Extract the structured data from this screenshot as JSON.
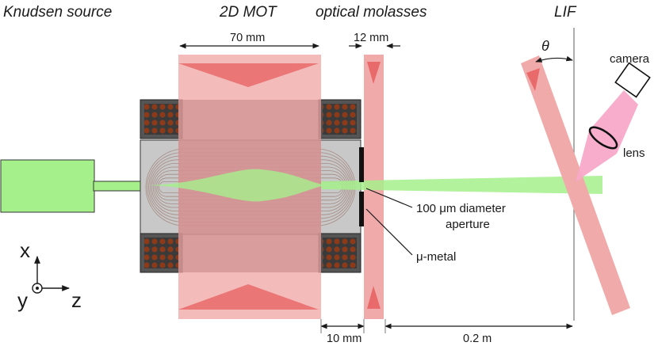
{
  "headers": {
    "source": "Knudsen source",
    "mot": "2D MOT",
    "molasses": "optical molasses",
    "lif": "LIF"
  },
  "dimensions": {
    "mot_width": "70 mm",
    "molasses_width": "12 mm",
    "gap_to_molasses": "10 mm",
    "distance_to_lif": "0.2 m"
  },
  "annotations": {
    "aperture_line1": "100 μm diameter",
    "aperture_line2": "aperture",
    "mu_metal": "μ-metal",
    "camera": "camera",
    "lens": "lens",
    "theta": "θ"
  },
  "axes": {
    "x": "x",
    "y": "y",
    "z": "z"
  },
  "colors": {
    "beam_pink": "#f1aaaa",
    "beam_dark": "#e86a6a",
    "atom_green": "#a6f08c",
    "coil_brown": "#7a2a12",
    "coil_frame": "#555555",
    "chamber_gray": "#c8c8c8",
    "lens_cone": "#f7a9c8"
  }
}
